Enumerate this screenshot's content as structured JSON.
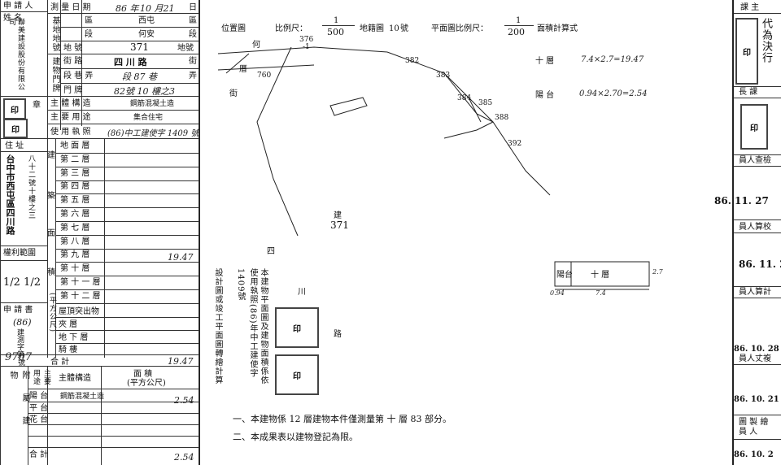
{
  "left_table": {
    "applicant_label": "申 請 人",
    "name_label": "姓  名",
    "measure_date_label": "測 量 日 期",
    "measure_year": "86 年",
    "measure_date_value": "10 月21",
    "day_label": "日",
    "base_label": "基地地號",
    "district_label": "區",
    "district_value": "西屯",
    "district_suffix": "區",
    "section_label": "段",
    "section_value": "何安",
    "section_suffix": "段",
    "lot_label": "地     號",
    "lot_value": "371",
    "lot_suffix": "地號",
    "building_door_label": "建物門牌",
    "street_label": "街     路",
    "street_value": "四 川 路",
    "street_suffix": "街",
    "lane_label": "段 巷 弄",
    "lane_value": "段 87 巷",
    "lane_suffix": "弄",
    "door_label": "門     牌",
    "door_value": "82號 10 樓之3",
    "applicant_name_lines": [
      "聯",
      "美",
      "建",
      "設",
      "股",
      "份",
      "有",
      "限",
      "公",
      "司"
    ],
    "stamp_label": "章",
    "main_structure_label": "主 體 構 造",
    "main_structure_value": "鋼筋混凝土造",
    "main_use_label": "主 要 用 途",
    "main_use_value": "集合住宅",
    "license_label": "使 用 執 照",
    "license_value": "(86)中工建使字 1409 號",
    "address_label": "住    址",
    "address_lines": [
      "台",
      "中",
      "市",
      "西",
      "屯",
      "區",
      "四",
      "川",
      "路",
      "82",
      "號",
      "10",
      "樓",
      "之",
      "3"
    ],
    "building_label": "建",
    "area_label": "面",
    "pyramid_label": "築",
    "product_label": "積",
    "floors": [
      "地  面  層",
      "第  二  層",
      "第  三  層",
      "第  四  層",
      "第  五  層",
      "第  六  層",
      "第  七  層",
      "第  八  層",
      "第  九  層",
      "第  十  層",
      "第 十 一 層",
      "第 十 二 層"
    ],
    "floor10_area": "19.47",
    "ownership_label": "權利範圍",
    "ownership_value": "1/2 1/2",
    "unit_label": "(平方公尺)",
    "roof_label": "屋頂突出物",
    "middle_label": "夾      層",
    "basement_label": "地  下  層",
    "arcade_label": "騎      樓",
    "total_label": "合      計",
    "total_value": "19.47",
    "app_doc_label": "申 請 書",
    "app_doc_year": "(86)",
    "app_doc_text": "建測字第",
    "app_doc_no": "9707",
    "app_doc_suffix": "號",
    "attached_label": "附屬建物",
    "main_use2_label": "主要用途",
    "main_structure2_label": "主體構造",
    "area2_label": "面    積",
    "area2_unit": "(平方公尺)",
    "balcony_label": "陽 台",
    "balcony_structure": "鋼筋混凝土造",
    "balcony_area": "2.54",
    "platform_label": "平 台",
    "flower_label": "花 台",
    "sum2_label": "合 計",
    "sum2_value": "2.54"
  },
  "plan": {
    "location_label": "位置圖",
    "scale_label": "比例尺：",
    "scale_num": "1",
    "scale_den": "500",
    "map_label": "地籍圖",
    "map_no": "10",
    "map_suffix": "號",
    "floor_scale_label": "平面圖比例尺：",
    "floor_scale_num": "1",
    "floor_scale_den": "200",
    "calc_label": "面積計算式",
    "floor10_calc_label": "十   層",
    "floor10_calc": "7.4×2.7=19.47",
    "balcony_calc_label": "陽   台",
    "balcony_calc": "0.94×2.70=2.54",
    "street_he_label": "何",
    "street_yu_label": "厝",
    "street_jie_label": "街",
    "lot_numbers": [
      "376",
      "-1",
      "760",
      "382",
      "383",
      "384",
      "385",
      "388",
      "392"
    ],
    "building_mark": "建",
    "building_lot": "371",
    "road_si": "四",
    "road_chuan": "川",
    "road_lu": "路",
    "certify_cols": [
      "設計圖或竣工平面圖轉繪計算",
      "使用執照(86)年中工建使字1409號",
      "本建物平面圖及建物面積係依"
    ],
    "floor_plan_balcony": "陽台",
    "floor_plan_floor": "十   層",
    "floor_plan_dim1": "0.94",
    "floor_plan_dim2": "7.4",
    "floor_plan_dim3": "2.7",
    "note1": "一、本建物係 12  層建物本件僅測量第  十 層 83 部分。",
    "note2": "二、本成果表以建物登記為限。"
  },
  "right_panel": {
    "supervisor_label": "課    主",
    "supervisor_sign": "代為決行",
    "chief_label": "長    課",
    "checker_label": "員人查檢",
    "checker_date": "86. 11. 27",
    "calc_label": "員人算校",
    "calc_date": "86. 11. 2",
    "calculator_label": "員人算計",
    "calc2_date": "86. 10. 28",
    "drafter_label": "員人丈複",
    "drafter_date": "86. 10. 21",
    "drawer_label": "圖 製 繪",
    "drawer_label2": "員    人",
    "drawer_date": "86. 10. 2"
  }
}
